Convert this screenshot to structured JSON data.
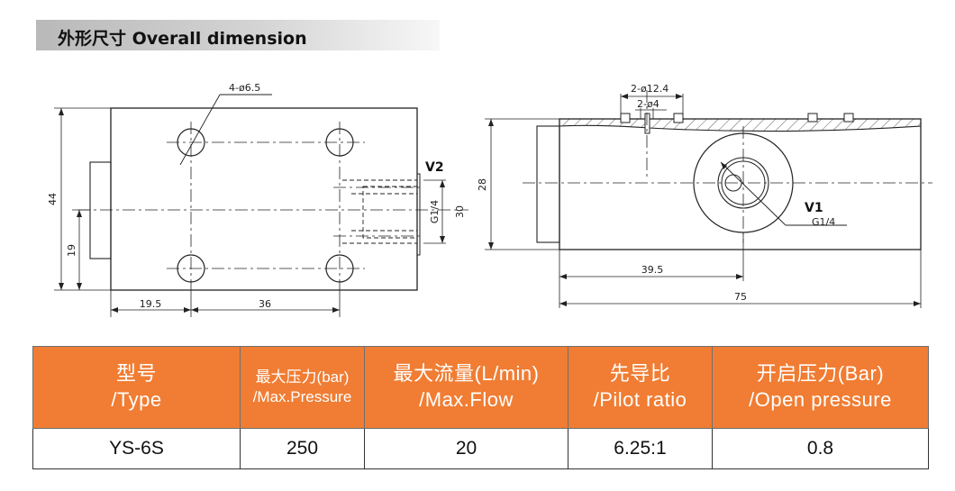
{
  "section": {
    "title": "外形尺寸 Overall dimension"
  },
  "drawing_left": {
    "hole_callout": "4-ø6.5",
    "port_label": "V2",
    "port_thread": "G1/4",
    "dim_height": "44",
    "dim_port_height": "19",
    "dim_port_span": "30",
    "dim_bottom_1": "19.5",
    "dim_bottom_2": "36"
  },
  "drawing_right": {
    "callout_outer": "2-ø12.4",
    "callout_inner": "2-ø4",
    "port_label": "V1",
    "port_thread": "G1/4",
    "dim_height": "28",
    "dim_center": "39.5",
    "dim_length": "75"
  },
  "table": {
    "headers": [
      {
        "line1": "型号",
        "line2": "/Type"
      },
      {
        "line1": "最大压力(bar)",
        "line2": "/Max.Pressure"
      },
      {
        "line1": "最大流量(L/min)",
        "line2": "/Max.Flow"
      },
      {
        "line1": "先导比",
        "line2": "/Pilot ratio"
      },
      {
        "line1": "开启压力(Bar)",
        "line2": "/Open pressure"
      }
    ],
    "rows": [
      [
        "YS-6S",
        "250",
        "20",
        "6.25:1",
        "0.8"
      ]
    ]
  },
  "colors": {
    "header_bg": "#f07d33",
    "header_text": "#ffffff",
    "line": "#222222"
  }
}
